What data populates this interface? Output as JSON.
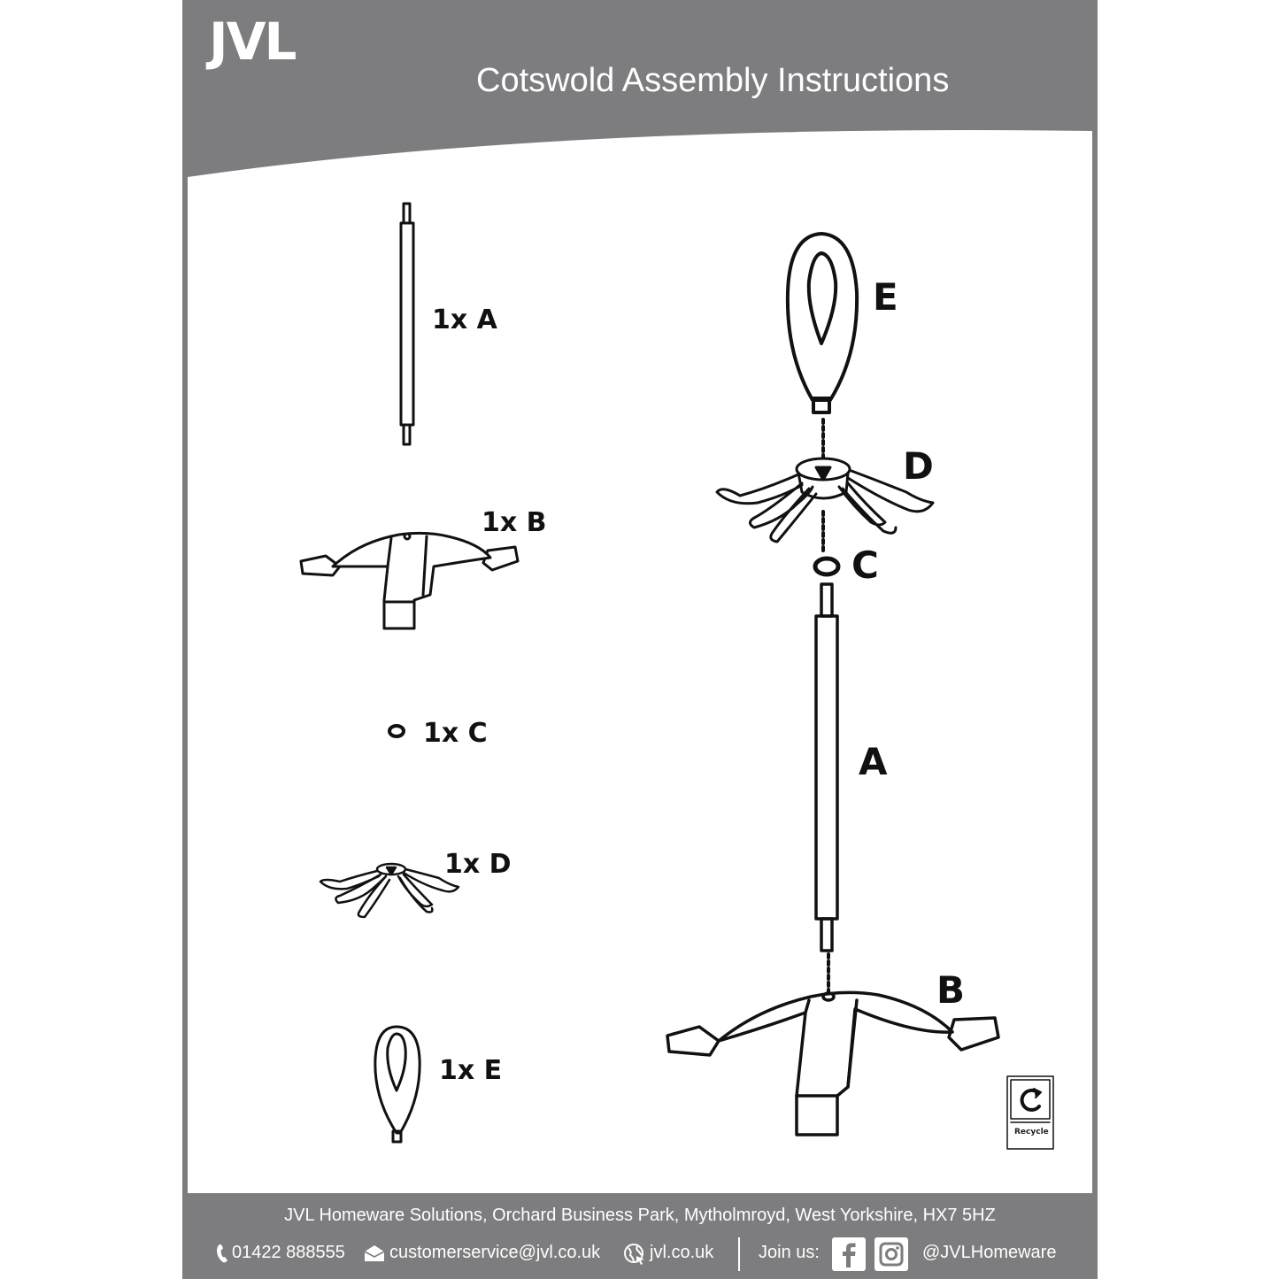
{
  "header": {
    "brand": "JVL",
    "title": "Cotswold Assembly Instructions"
  },
  "parts_list": [
    {
      "quantity_label": "1x A"
    },
    {
      "quantity_label": "1x B"
    },
    {
      "quantity_label": "1x C"
    },
    {
      "quantity_label": "1x D"
    },
    {
      "quantity_label": "1x E"
    }
  ],
  "assembly_labels": {
    "e": "E",
    "d": "D",
    "c": "C",
    "a": "A",
    "b": "B"
  },
  "recycle_label": "Recycle",
  "footer": {
    "address": "JVL Homeware Solutions, Orchard Business Park, Mytholmroyd, West Yorkshire, HX7 5HZ",
    "phone": "01422 888555",
    "email": "customerservice@jvl.co.uk",
    "website": "jvl.co.uk",
    "join_label": "Join us:",
    "social_handle": "@JVLHomeware"
  },
  "colors": {
    "band": "#7d7d7f",
    "panel": "#ffffff",
    "line": "#111111"
  },
  "icons": [
    "phone-icon",
    "email-icon",
    "globe-icon",
    "facebook-icon",
    "instagram-icon",
    "recycle-icon"
  ]
}
